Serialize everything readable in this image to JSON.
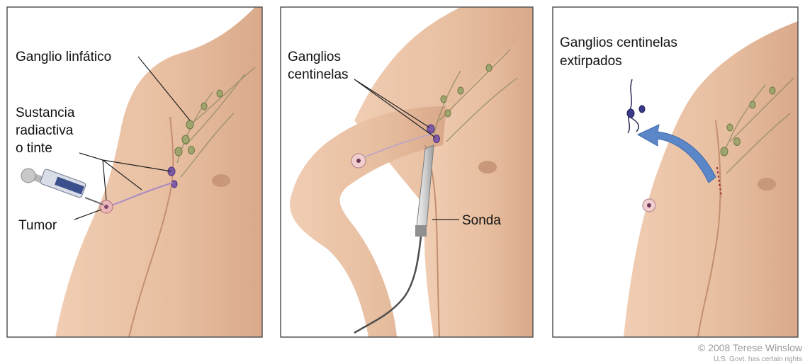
{
  "panels": [
    {
      "labels": {
        "lymph_node": "Ganglio linfático",
        "tracer": [
          "Sustancia",
          "radiactiva",
          "o tinte"
        ],
        "tumor": "Tumor"
      }
    },
    {
      "labels": {
        "sentinel_nodes": [
          "Ganglios",
          "centinelas"
        ],
        "probe": "Sonda"
      }
    },
    {
      "labels": {
        "removed_nodes": [
          "Ganglios centinelas",
          "extirpados"
        ]
      }
    }
  ],
  "credit": {
    "line1": "© 2008 Terese Winslow",
    "line2": "U.S. Govt. has certain rights"
  },
  "colors": {
    "skin": "#e8c0a3",
    "skin_shadow": "#d7a687",
    "lymph_node": "#9ea56d",
    "dye_node": "#7e5aa6",
    "arrow": "#5b87c9",
    "probe": "#c8c8c8",
    "cable": "#555555"
  },
  "icons": [
    "syringe-icon",
    "probe-icon",
    "curved-arrow-icon",
    "removed-nodes-icon"
  ]
}
